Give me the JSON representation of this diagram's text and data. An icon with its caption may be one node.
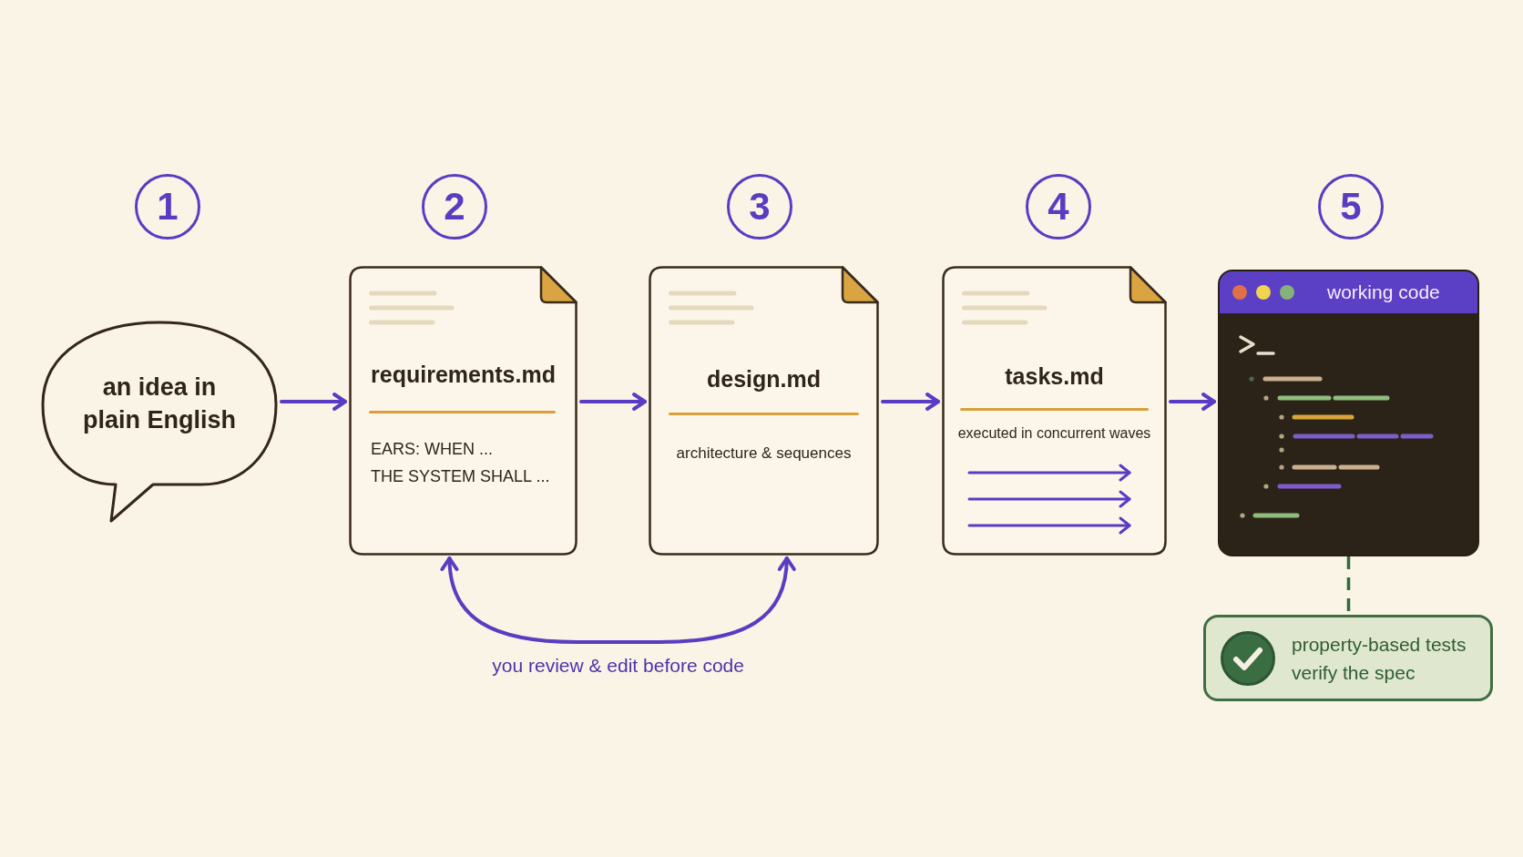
{
  "diagram": {
    "nodes": [
      {
        "text": [
          "1"
        ]
      },
      {
        "text": [
          "2"
        ]
      },
      {
        "text": [
          "3"
        ]
      },
      {
        "text": [
          "4"
        ]
      },
      {
        "text": [
          "5"
        ]
      },
      {
        "text": [
          "an idea in plain English"
        ]
      },
      {
        "text": [
          "requirements.md",
          "EARS: WHEN ...",
          "THE SYSTEM SHALL ..."
        ]
      },
      {
        "text": [
          "design.md",
          "architecture & sequences"
        ]
      },
      {
        "text": [
          "tasks.md",
          "executed in concurrent waves"
        ]
      },
      {
        "text": [
          "working code"
        ]
      },
      {
        "text": [
          "property-based tests verify the spec"
        ]
      }
    ],
    "edges": [
      {
        "from": 5,
        "to": 6,
        "arrow": "to"
      },
      {
        "from": 6,
        "to": 7,
        "arrow": "to"
      },
      {
        "from": 7,
        "to": 8,
        "arrow": "to"
      },
      {
        "from": 8,
        "to": 9,
        "arrow": "to"
      },
      {
        "from": 6,
        "to": 7,
        "arrow": "both",
        "label": "you review & edit before code"
      },
      {
        "from": 9,
        "to": 10,
        "arrow": "none",
        "style": "dashed",
        "color": "#2f6b3a"
      }
    ]
  }
}
